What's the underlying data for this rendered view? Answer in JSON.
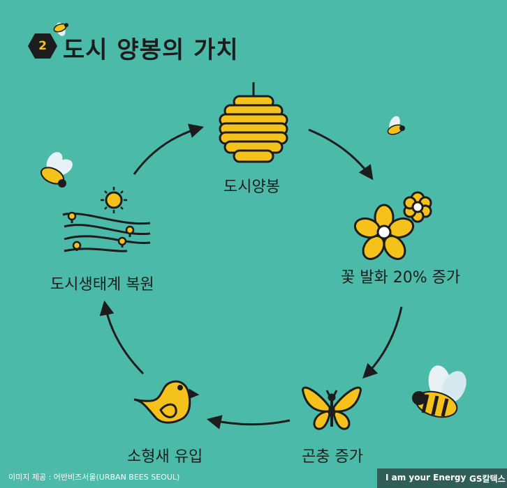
{
  "header": {
    "badge_number": "2",
    "title": "도시 양봉의 가치"
  },
  "cycle": {
    "nodes": [
      {
        "label": "도시양봉",
        "icon": "beehive-icon"
      },
      {
        "label": "꽃 발화 20% 증가",
        "icon": "flower-icon"
      },
      {
        "label": "곤충 증가",
        "icon": "butterfly-icon"
      },
      {
        "label": "소형새 유입",
        "icon": "bird-icon"
      },
      {
        "label": "도시생태계 복원",
        "icon": "landscape-sun-icon"
      }
    ]
  },
  "credit": "이미지 제공 : 어반비즈서울(URBAN BEES SEOUL)",
  "footer": {
    "tagline": "I am your Energy",
    "brand": "GS칼텍스"
  },
  "colors": {
    "background": "#4cbaa9",
    "accent": "#f4c21a",
    "ink": "#1c1c1c",
    "footer": "#2f5f58"
  }
}
